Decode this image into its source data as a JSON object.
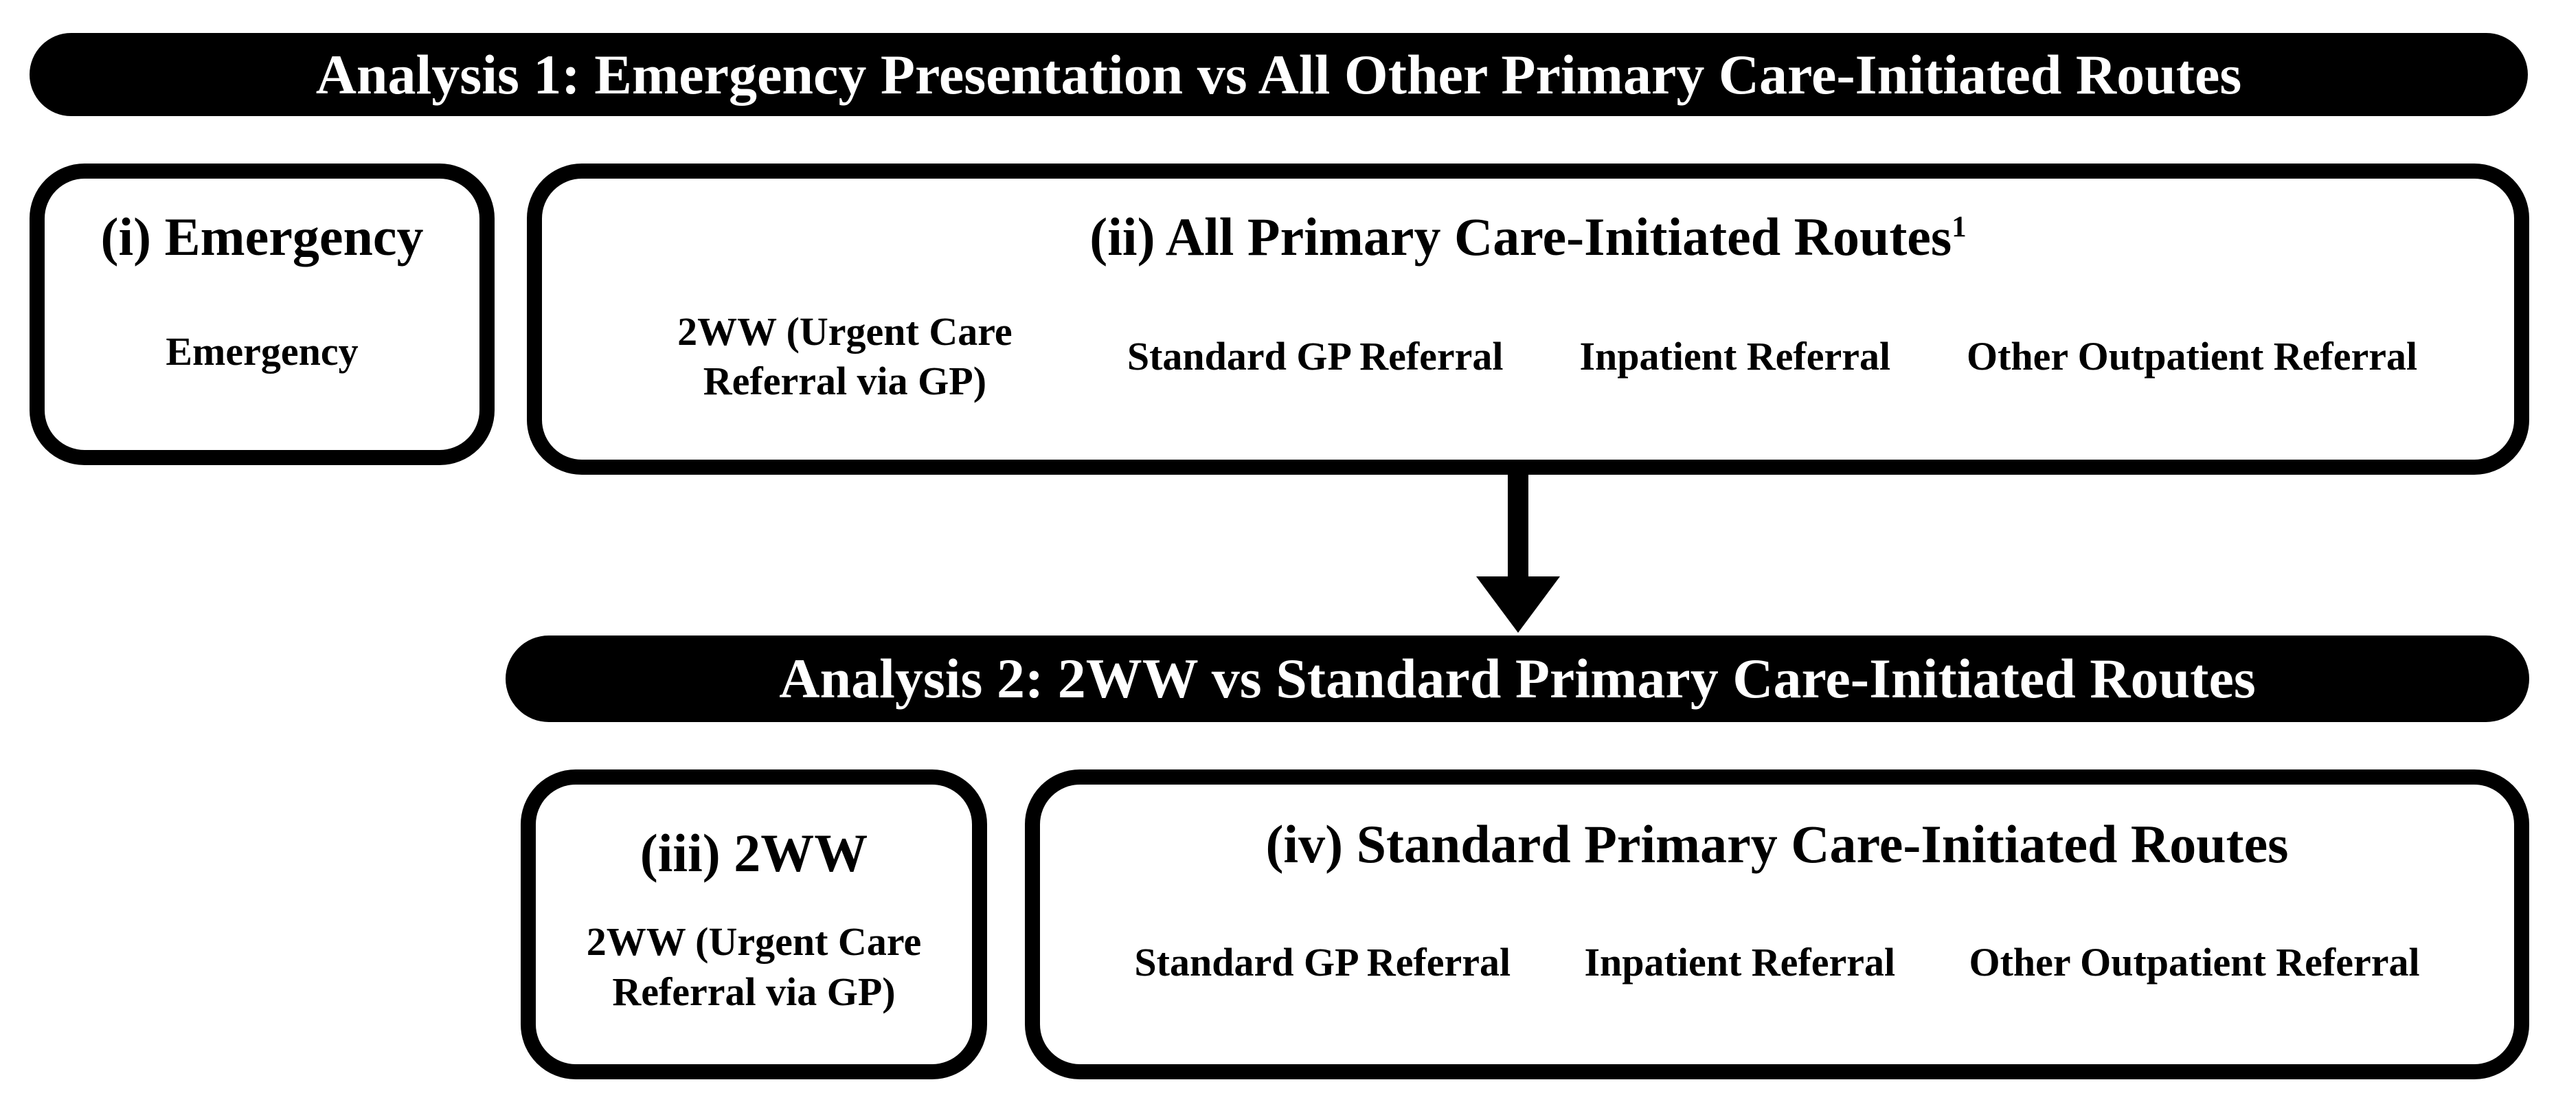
{
  "banner1": {
    "label": "Analysis 1: Emergency Presentation vs All Other Primary Care-Initiated Routes"
  },
  "banner2": {
    "label": "Analysis 2: 2WW vs Standard Primary Care-Initiated Routes"
  },
  "box_emergency": {
    "title": "(i) Emergency",
    "items": [
      "Emergency"
    ]
  },
  "box_all_primary": {
    "title": "(ii) All Primary Care-Initiated Routes",
    "title_superscript": "1",
    "items": [
      "2WW (Urgent Care Referral via GP)",
      "Standard GP Referral",
      "Inpatient Referral",
      "Other Outpatient Referral"
    ]
  },
  "box_2ww": {
    "title": "(iii) 2WW",
    "items": [
      "2WW (Urgent Care Referral via GP)"
    ]
  },
  "box_standard_primary": {
    "title": "(iv) Standard Primary Care-Initiated Routes",
    "items": [
      "Standard GP Referral",
      "Inpatient Referral",
      "Other Outpatient Referral"
    ]
  },
  "arrow": {
    "direction": "down"
  },
  "colors": {
    "background": "#ffffff",
    "banner_bg": "#000000",
    "banner_text": "#ffffff",
    "box_border": "#000000",
    "text": "#000000"
  }
}
